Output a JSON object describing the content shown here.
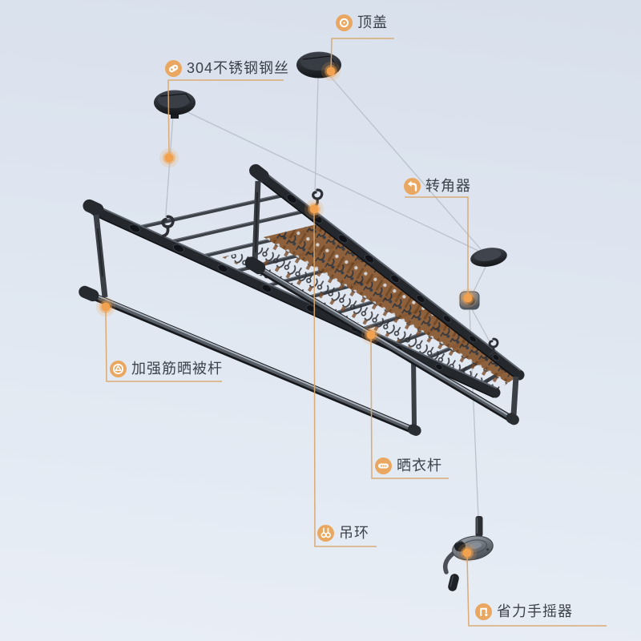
{
  "product_view": "ceiling-mounted lifting clothes drying rack with part callouts",
  "labels": {
    "top_cover": "顶盖",
    "steel_wire": "304不锈钢钢丝",
    "corner_device": "转角器",
    "reinforced_quilt_rod": "加强筋晒被杆",
    "clothes_rod": "晒衣杆",
    "hanging_ring": "吊环",
    "hand_crank": "省力手摇器"
  },
  "icons": {
    "top_cover": "ring-icon",
    "steel_wire": "chain-link-icon",
    "corner_device": "turn-arrow-icon",
    "reinforced_quilt_rod": "tube-section-icon",
    "clothes_rod": "rod-icon",
    "hanging_ring": "double-hook-icon",
    "hand_crank": "crank-icon"
  },
  "colors": {
    "background_top": "#d8e0ec",
    "background_bottom": "#e9eef6",
    "accent_icon": "#e9a761",
    "leader_line": "#d9a86f",
    "marker_dot": "#f2a14e",
    "label_text": "#3d424a",
    "metal_dark": "#24272c",
    "metal_highlight": "#9aa1ab",
    "clip_strip_brown": "#8a5a33",
    "wire_gray": "#b9c0ca"
  }
}
